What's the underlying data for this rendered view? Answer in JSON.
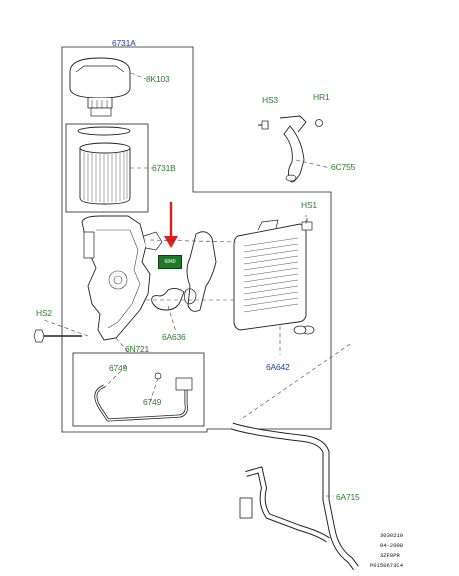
{
  "labels": {
    "top": "6731A",
    "cap": "8K103",
    "filter": "6731B",
    "hs3": "HS3",
    "hr1": "HR1",
    "pipe_top": "6C755",
    "hs1": "HS1",
    "hs2": "HS2",
    "gasket": "6A636",
    "sub_kit": "6N721",
    "p6749a": "6749",
    "p6749b": "6749",
    "cooler": "6A642",
    "lower_hose": "6A715",
    "highlight": "6840"
  },
  "ref_block": [
    "3030210",
    "04-2008",
    "3ZF0PR",
    "P0150673C4"
  ],
  "colors": {
    "blue_label": "#1f3f9f",
    "green_label": "#2a7f2a",
    "highlight": "#1e7a2a",
    "arrow": "#e21b1b"
  }
}
